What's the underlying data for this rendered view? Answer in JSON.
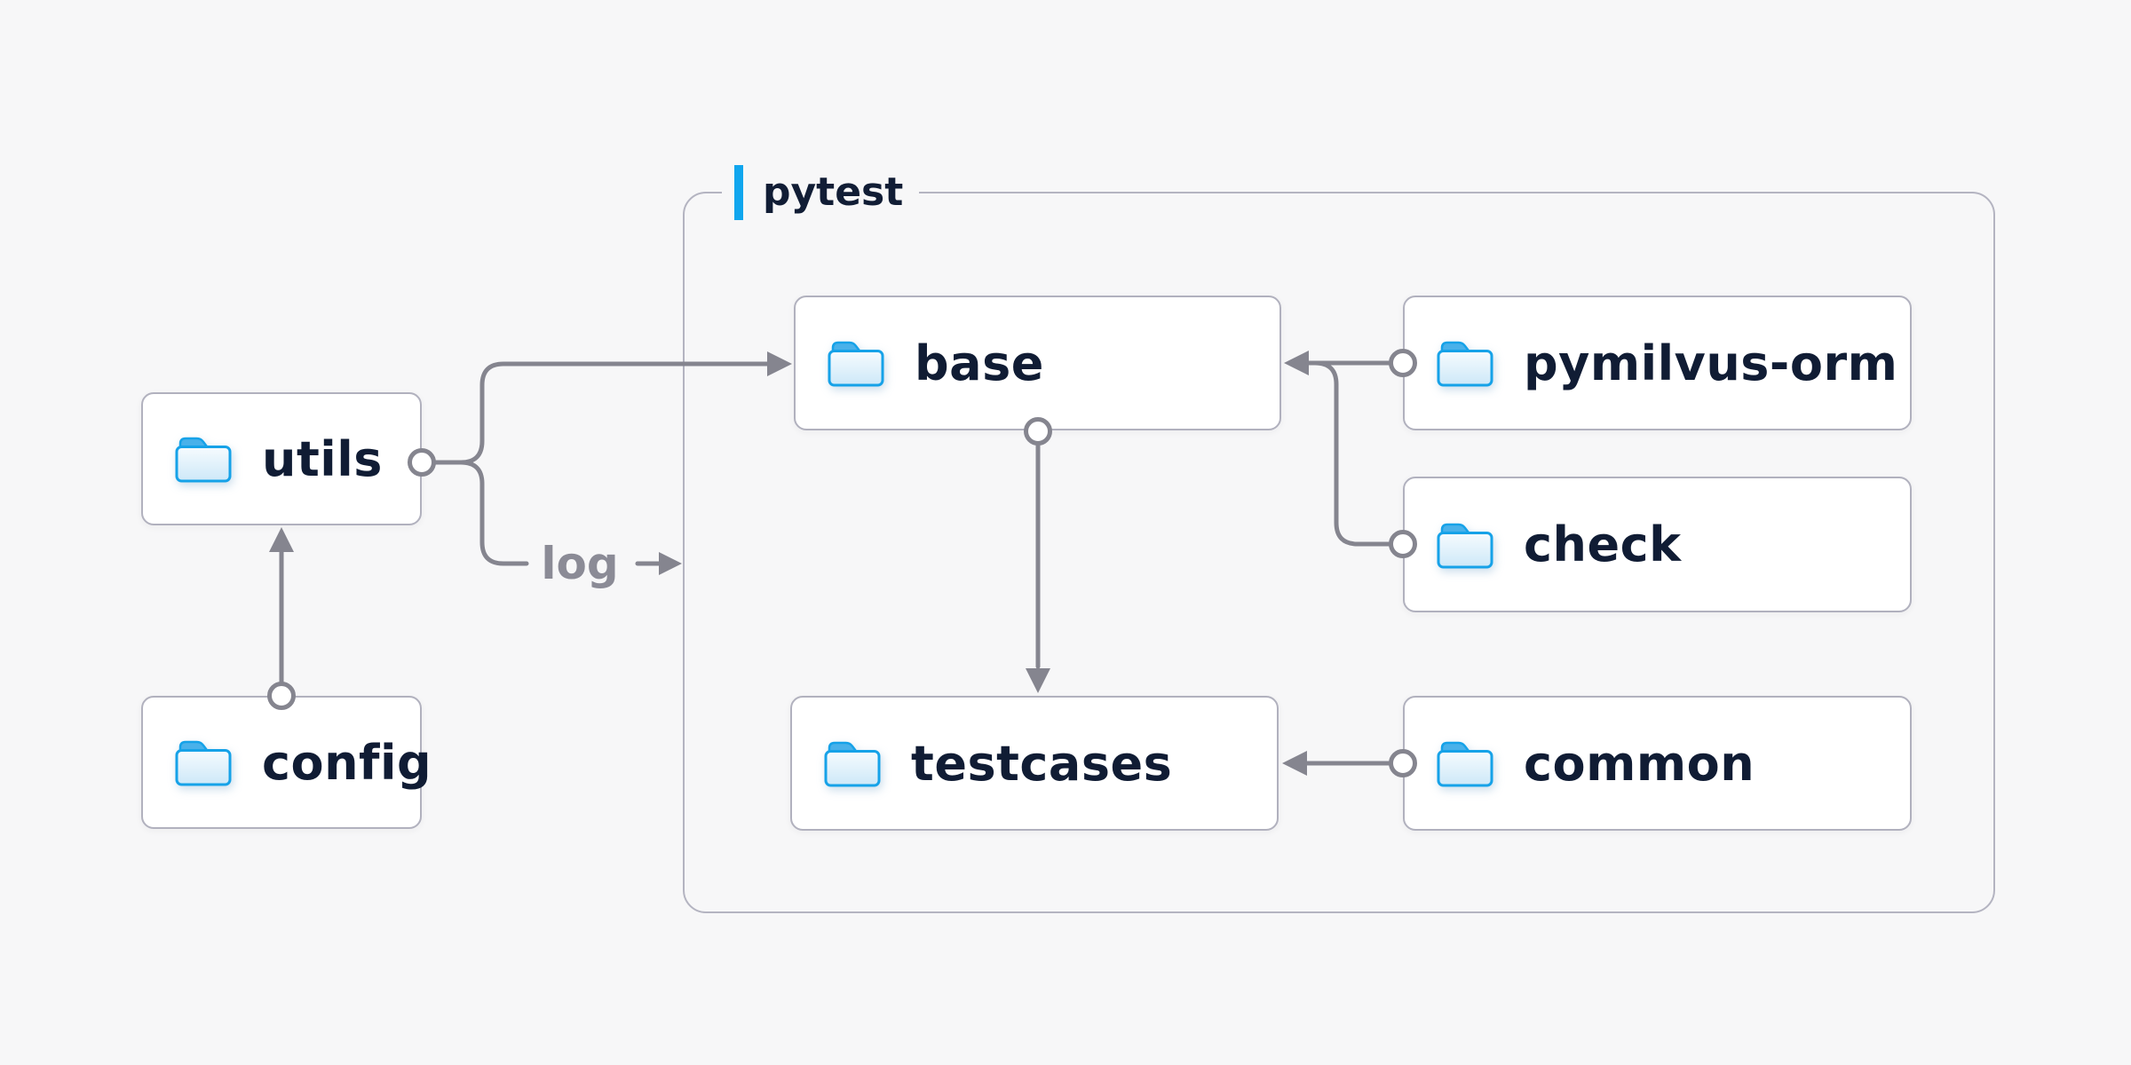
{
  "diagram": {
    "container": {
      "label": "pytest"
    },
    "nodes": [
      {
        "id": "utils",
        "label": "utils",
        "icon": "folder-icon"
      },
      {
        "id": "config",
        "label": "config",
        "icon": "folder-icon"
      },
      {
        "id": "base",
        "label": "base",
        "icon": "folder-icon"
      },
      {
        "id": "testcases",
        "label": "testcases",
        "icon": "folder-icon"
      },
      {
        "id": "pymilvus-orm",
        "label": "pymilvus-orm",
        "icon": "folder-icon"
      },
      {
        "id": "check",
        "label": "check",
        "icon": "folder-icon"
      },
      {
        "id": "common",
        "label": "common",
        "icon": "folder-icon"
      }
    ],
    "edges": [
      {
        "from": "config",
        "to": "utils"
      },
      {
        "from": "utils",
        "to": "base"
      },
      {
        "from": "utils",
        "to": "pytest",
        "label": "log"
      },
      {
        "from": "pymilvus-orm",
        "to": "base"
      },
      {
        "from": "check",
        "to": "base"
      },
      {
        "from": "base",
        "to": "testcases"
      },
      {
        "from": "common",
        "to": "testcases"
      }
    ],
    "colors": {
      "background": "#f7f7f8",
      "node_background": "#ffffff",
      "node_border": "#b1b1be",
      "frame_border": "#b4b4c1",
      "connector_gray": "#85858f",
      "muted_label_gray": "#8b8b96",
      "navy_text": "#101c34",
      "accent_blue": "#10a6ee",
      "folder_stroke_blue": "#16a2e8",
      "folder_tab_blue": "#49b1ea"
    }
  }
}
